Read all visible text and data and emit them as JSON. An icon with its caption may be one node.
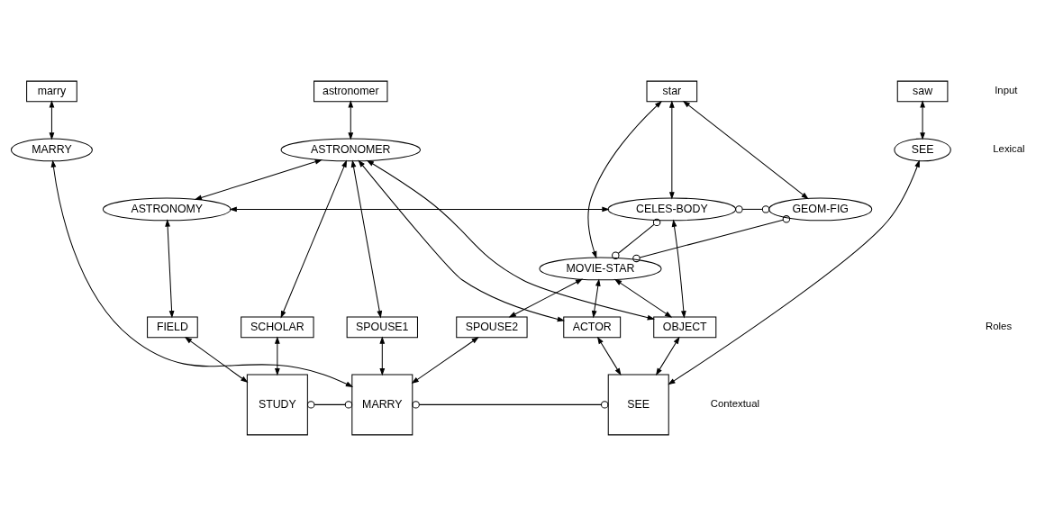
{
  "diagram": {
    "nodes": [
      {
        "text": [
          "astronomer"
        ]
      },
      {
        "text": [
          "marry"
        ]
      },
      {
        "text": [
          "star"
        ]
      },
      {
        "text": [
          "saw"
        ]
      },
      {
        "text": [
          "ASTRONOMER"
        ]
      },
      {
        "text": [
          "MARRY"
        ]
      },
      {
        "text": [
          "SEE"
        ]
      },
      {
        "text": [
          "ASTRONOMY"
        ]
      },
      {
        "text": [
          "CELES-BODY"
        ]
      },
      {
        "text": [
          "GEOM-FIG"
        ]
      },
      {
        "text": [
          "MOVIE-STAR"
        ]
      },
      {
        "text": [
          "SCHOLAR"
        ]
      },
      {
        "text": [
          "FIELD"
        ]
      },
      {
        "text": [
          "SPOUSE1"
        ]
      },
      {
        "text": [
          "SPOUSE2"
        ]
      },
      {
        "text": [
          "ACTOR"
        ]
      },
      {
        "text": [
          "OBJECT"
        ]
      },
      {
        "text": [
          "STUDY"
        ]
      },
      {
        "text": [
          "MARRY"
        ]
      },
      {
        "text": [
          "SEE"
        ]
      }
    ],
    "edges": [
      {
        "from": 0,
        "to": 4,
        "arrow": "both"
      },
      {
        "from": 1,
        "to": 5,
        "arrow": "both"
      },
      {
        "from": 2,
        "to": 8,
        "arrow": "both"
      },
      {
        "from": 2,
        "to": 10,
        "arrow": "both"
      },
      {
        "from": 2,
        "to": 9,
        "arrow": "both"
      },
      {
        "from": 3,
        "to": 6,
        "arrow": "both"
      },
      {
        "from": 4,
        "to": 7,
        "arrow": "both"
      },
      {
        "from": 7,
        "to": 8,
        "arrow": "both"
      },
      {
        "from": 8,
        "to": 9,
        "arrow": "other"
      },
      {
        "from": 8,
        "to": 10,
        "arrow": "other"
      },
      {
        "from": 9,
        "to": 10,
        "arrow": "other"
      },
      {
        "from": 4,
        "to": 11,
        "arrow": "both"
      },
      {
        "from": 7,
        "to": 12,
        "arrow": "both"
      },
      {
        "from": 4,
        "to": 13,
        "arrow": "both"
      },
      {
        "from": 4,
        "to": 15,
        "arrow": "both"
      },
      {
        "from": 4,
        "to": 16,
        "arrow": "both"
      },
      {
        "from": 5,
        "to": 18,
        "arrow": "both"
      },
      {
        "from": 6,
        "to": 19,
        "arrow": "both"
      },
      {
        "from": 8,
        "to": 16,
        "arrow": "both"
      },
      {
        "from": 10,
        "to": 14,
        "arrow": "both"
      },
      {
        "from": 10,
        "to": 15,
        "arrow": "both"
      },
      {
        "from": 10,
        "to": 16,
        "arrow": "both"
      },
      {
        "from": 11,
        "to": 17,
        "arrow": "both"
      },
      {
        "from": 12,
        "to": 17,
        "arrow": "both"
      },
      {
        "from": 13,
        "to": 18,
        "arrow": "both"
      },
      {
        "from": 14,
        "to": 18,
        "arrow": "both"
      },
      {
        "from": 15,
        "to": 19,
        "arrow": "both"
      },
      {
        "from": 16,
        "to": 19,
        "arrow": "both"
      },
      {
        "from": 17,
        "to": 18,
        "arrow": "other"
      },
      {
        "from": 18,
        "to": 19,
        "arrow": "other"
      }
    ],
    "labels": [
      "Input",
      "Lexical",
      "Roles",
      "Contextual"
    ]
  }
}
